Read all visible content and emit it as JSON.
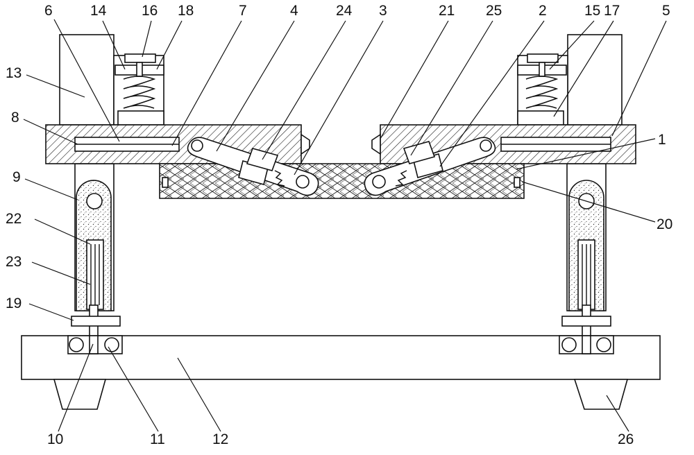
{
  "labels": [
    {
      "id": "6",
      "text": "6"
    },
    {
      "id": "14",
      "text": "14"
    },
    {
      "id": "16",
      "text": "16"
    },
    {
      "id": "18",
      "text": "18"
    },
    {
      "id": "7",
      "text": "7"
    },
    {
      "id": "4",
      "text": "4"
    },
    {
      "id": "24",
      "text": "24"
    },
    {
      "id": "3",
      "text": "3"
    },
    {
      "id": "21",
      "text": "21"
    },
    {
      "id": "25",
      "text": "25"
    },
    {
      "id": "2",
      "text": "2"
    },
    {
      "id": "15",
      "text": "15"
    },
    {
      "id": "17",
      "text": "17"
    },
    {
      "id": "5",
      "text": "5"
    },
    {
      "id": "13",
      "text": "13"
    },
    {
      "id": "8",
      "text": "8"
    },
    {
      "id": "1",
      "text": "1"
    },
    {
      "id": "9",
      "text": "9"
    },
    {
      "id": "20",
      "text": "20"
    },
    {
      "id": "22",
      "text": "22"
    },
    {
      "id": "23",
      "text": "23"
    },
    {
      "id": "19",
      "text": "19"
    },
    {
      "id": "10",
      "text": "10"
    },
    {
      "id": "11",
      "text": "11"
    },
    {
      "id": "12",
      "text": "12"
    },
    {
      "id": "26",
      "text": "26"
    }
  ]
}
